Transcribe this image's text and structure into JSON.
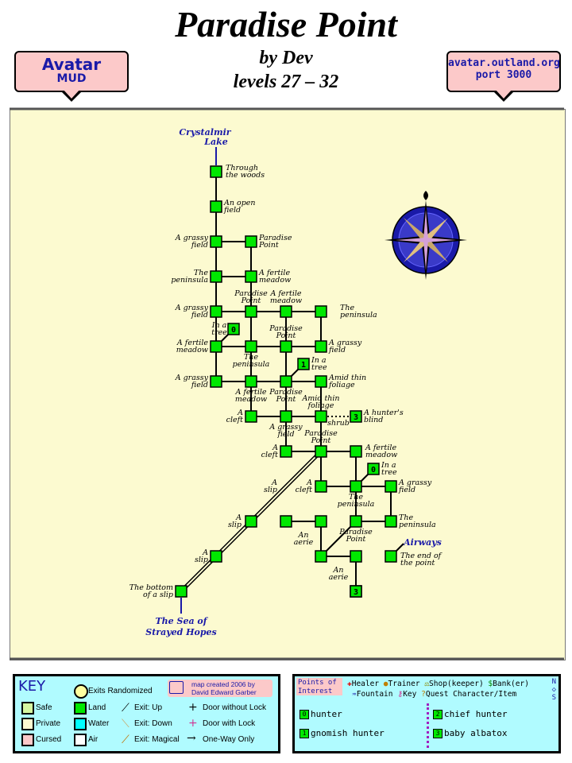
{
  "header": {
    "title": "Paradise Point",
    "author": "by Dev",
    "levels": "levels 27 – 32",
    "left_badge": {
      "line1": "Avatar",
      "line2": "MUD"
    },
    "right_badge": {
      "line1": "avatar.outland.org",
      "line2": "port 3000"
    }
  },
  "colors": {
    "room": "#00e800",
    "paper": "#fcfad0",
    "badge": "#fcc9c9",
    "panel": "#b0fbff",
    "link_blue": "#1a1aa8"
  },
  "map": {
    "exits": {
      "top": {
        "line1": "Crystalmir",
        "line2": "Lake"
      },
      "bottom": {
        "line1": "The Sea of",
        "line2": "Strayed Hopes"
      },
      "airways": "Airways"
    },
    "labels": {
      "through_woods": [
        "Through",
        "the woods"
      ],
      "open_field": [
        "An open",
        "field"
      ],
      "grassy1": [
        "A grassy",
        "field"
      ],
      "pp1": [
        "Paradise",
        "Point"
      ],
      "peninsula1": [
        "The",
        "peninsula"
      ],
      "fertile1": [
        "A fertile",
        "meadow"
      ],
      "grassy2": [
        "A grassy",
        "field"
      ],
      "pp2": [
        "Paradise",
        "Point"
      ],
      "fertile2": [
        "A fertile",
        "meadow"
      ],
      "peninsula2": [
        "The",
        "peninsula"
      ],
      "in_tree1": [
        "In a",
        "tree"
      ],
      "fertile3": [
        "A fertile",
        "meadow"
      ],
      "pp3": [
        "Paradise",
        "Point"
      ],
      "peninsula3": [
        "The",
        "peninsula"
      ],
      "grassy3": [
        "A grassy",
        "field"
      ],
      "in_tree2": [
        "In a",
        "tree"
      ],
      "grassy4": [
        "A grassy",
        "field"
      ],
      "fertile4": [
        "A fertile",
        "meadow"
      ],
      "pp4": [
        "Paradise",
        "Point"
      ],
      "amid1": [
        "Amid thin",
        "foliage"
      ],
      "amid2": [
        "Amid thin",
        "foliage"
      ],
      "cleft1": [
        "A",
        "cleft"
      ],
      "shrub": "shrub",
      "blind": [
        "A hunter's",
        "blind"
      ],
      "grassy5": [
        "A grassy",
        "field"
      ],
      "pp5": [
        "Paradise",
        "Point"
      ],
      "cleft2": [
        "A",
        "cleft"
      ],
      "fertile5": [
        "A fertile",
        "meadow"
      ],
      "in_tree3": [
        "In a",
        "tree"
      ],
      "slip1": [
        "A",
        "slip"
      ],
      "cleft3": [
        "A",
        "cleft"
      ],
      "peninsula4": [
        "The",
        "peninsula"
      ],
      "grassy6": [
        "A grassy",
        "field"
      ],
      "slip2": [
        "A",
        "slip"
      ],
      "aerie1": [
        "An",
        "aerie"
      ],
      "pp6": [
        "Paradise",
        "Point"
      ],
      "peninsula5": [
        "The",
        "peninsula"
      ],
      "slip3": [
        "A",
        "slip"
      ],
      "end_point": [
        "The end of",
        "the point"
      ],
      "aerie2": [
        "An",
        "aerie"
      ],
      "bottom_slip": [
        "The bottom",
        "of a slip"
      ]
    }
  },
  "key": {
    "title": "KEY",
    "exits_randomized": "Exits Randomized",
    "credit": [
      "map created 2006 by",
      "David Edward Garber"
    ],
    "rows": [
      [
        "Safe",
        "Land",
        "Exit: Up",
        "Door without Lock"
      ],
      [
        "Private",
        "Water",
        "Exit: Down",
        "Door with Lock"
      ],
      [
        "Cursed",
        "Air",
        "Exit: Magical",
        "One-Way Only"
      ]
    ]
  },
  "poi": {
    "title": [
      "Points of",
      "Interest"
    ],
    "legend": [
      "Healer",
      "Trainer",
      "Shop(keeper)",
      "Bank(er)",
      "Fountain",
      "Key",
      "Quest Character/Item"
    ],
    "items": [
      {
        "num": "0",
        "name": "hunter"
      },
      {
        "num": "1",
        "name": "gnomish hunter"
      },
      {
        "num": "2",
        "name": "chief hunter"
      },
      {
        "num": "3",
        "name": "baby albatox"
      }
    ],
    "compass_letters": [
      "N",
      "S"
    ]
  }
}
